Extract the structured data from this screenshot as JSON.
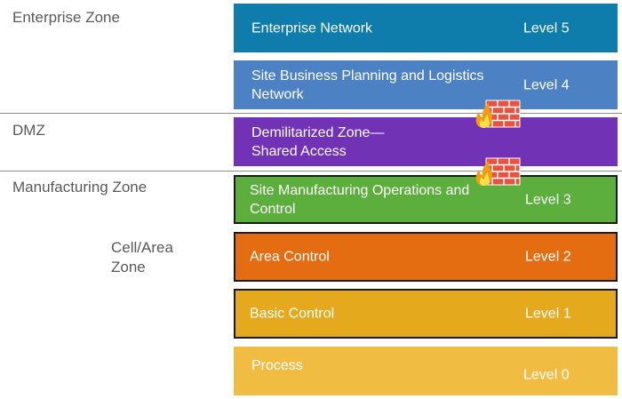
{
  "zones": {
    "enterprise": "Enterprise Zone",
    "dmz": "DMZ",
    "manufacturing": "Manufacturing Zone",
    "cell_area_line1": "Cell/Area",
    "cell_area_line2": "Zone"
  },
  "levels": [
    {
      "title": "Enterprise Network",
      "level": "Level 5",
      "color": "#0f7dab"
    },
    {
      "title": "Site Business Planning and Logistics Network",
      "level": "Level 4",
      "color": "#4c82c3"
    },
    {
      "title": "Demilitarized Zone— Shared Access",
      "level": "",
      "color": "#7232b6"
    },
    {
      "title": "Site Manufacturing Operations and Control",
      "level": "Level 3",
      "color": "#5caf3d"
    },
    {
      "title": "Area Control",
      "level": "Level 2",
      "color": "#e36d10"
    },
    {
      "title": "Basic Control",
      "level": "Level 1",
      "color": "#e5a91e"
    },
    {
      "title": "Process",
      "level": "Level 0",
      "color": "#f1bc42"
    }
  ],
  "icons": {
    "firewall": "firewall-icon"
  }
}
